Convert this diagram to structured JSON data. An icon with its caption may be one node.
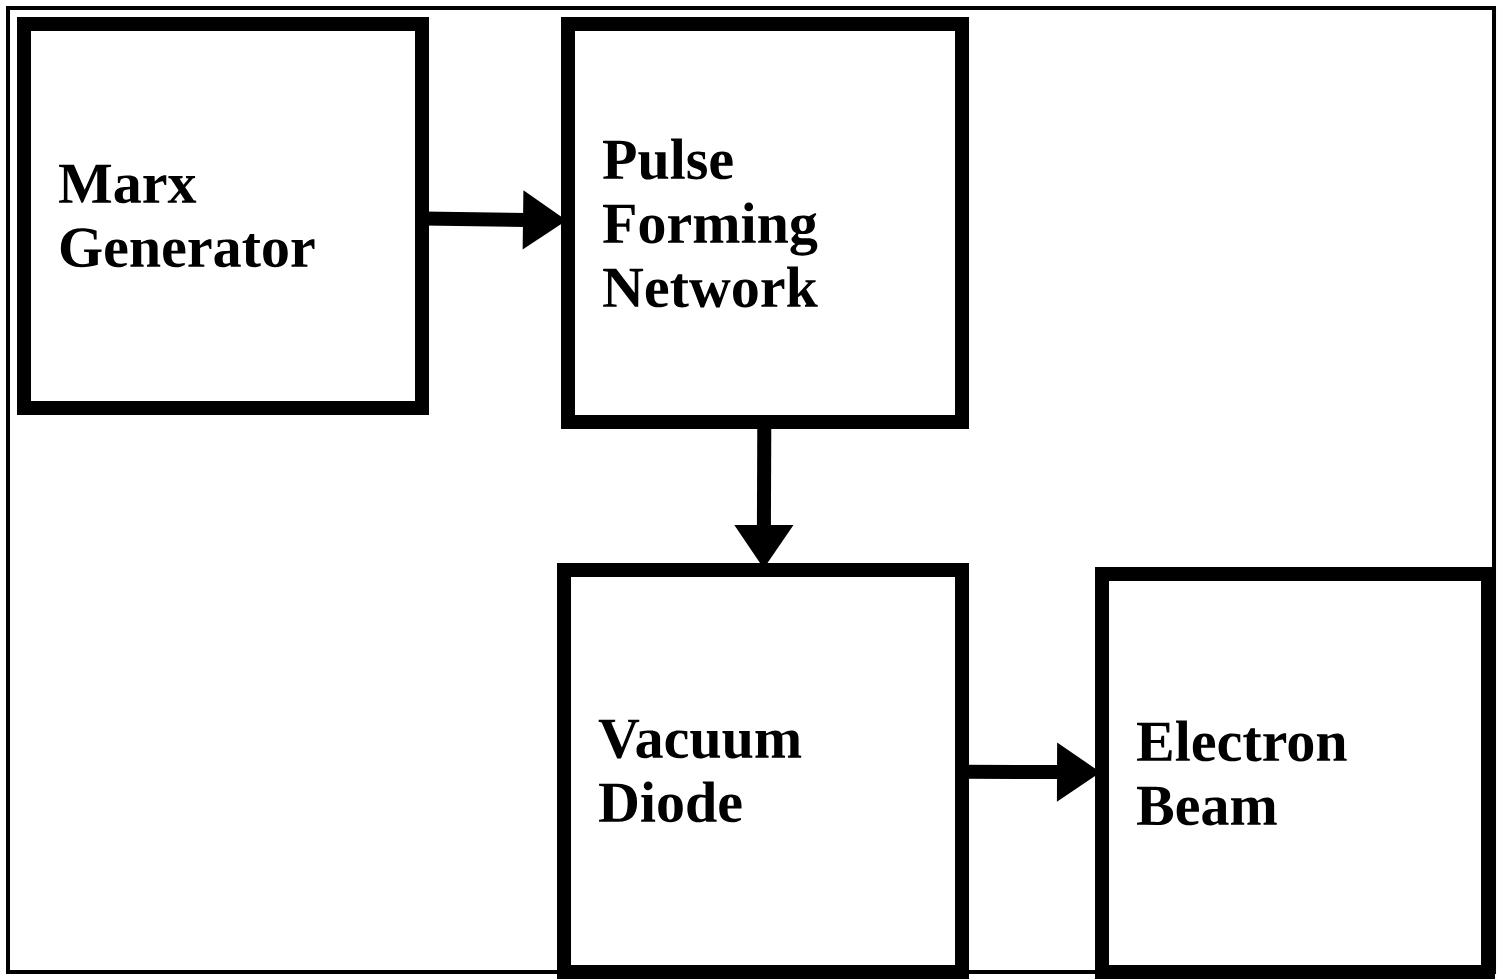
{
  "diagram": {
    "nodes": [
      {
        "text": [
          "Marx Generator"
        ]
      },
      {
        "text": [
          "Pulse Forming Network"
        ]
      },
      {
        "text": [
          "Vacuum Diode"
        ]
      },
      {
        "text": [
          "Electron Beam"
        ]
      }
    ],
    "edges": [
      {
        "from": 0,
        "to": 1,
        "arrow": "to"
      },
      {
        "from": 1,
        "to": 2,
        "arrow": "to"
      },
      {
        "from": 2,
        "to": 3,
        "arrow": "to"
      }
    ]
  }
}
